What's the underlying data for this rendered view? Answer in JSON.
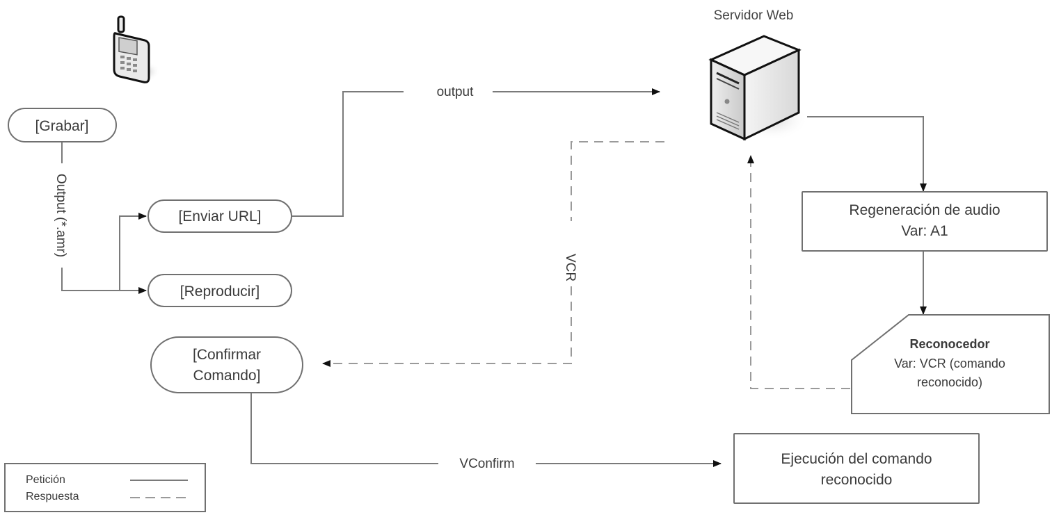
{
  "diagram": {
    "server_title": "Servidor Web",
    "icons": {
      "phone": "mobile-phone-icon",
      "server": "server-tower-icon"
    },
    "nodes": {
      "grabar": "[Grabar]",
      "enviar_url": "[Enviar URL]",
      "reproducir": "[Reproducir]",
      "confirmar": [
        "[Confirmar",
        "Comando]"
      ],
      "regeneracion": [
        "Regeneración de audio",
        "Var: A1"
      ],
      "reconocedor": {
        "title": "Reconocedor",
        "lines": [
          "Var: VCR (comando",
          "reconocido)"
        ]
      },
      "ejecucion": [
        "Ejecución del comando",
        "reconocido"
      ]
    },
    "edges": {
      "output_amr": "Output (*.amr)",
      "output": "output",
      "vcr": "VCR",
      "vconfirm": "VConfirm"
    },
    "legend": {
      "items": [
        {
          "label": "Petición",
          "style": "solid"
        },
        {
          "label": "Respuesta",
          "style": "dashed"
        }
      ]
    },
    "colors": {
      "line": "#7a7a7a",
      "dashed_line": "#9a9a9a",
      "arrow": "#111111",
      "text": "#3a3a3a"
    }
  }
}
